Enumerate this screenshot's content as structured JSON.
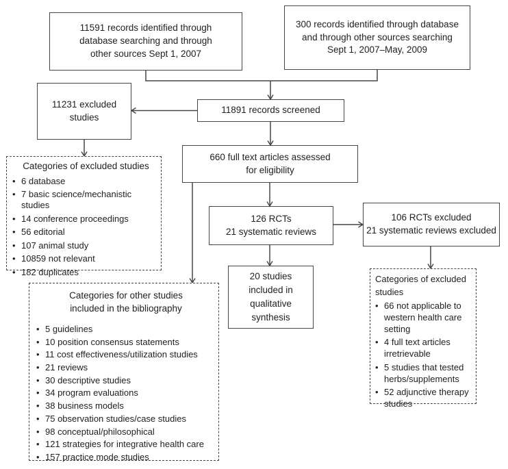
{
  "figure": {
    "background": "#ffffff",
    "line_color": "#454545",
    "text_color": "#212121",
    "bullet": "•"
  },
  "boxes": {
    "records_2007": {
      "lines": [
        "11591 records identified through",
        "database searching and through",
        "other sources Sept 1, 2007"
      ]
    },
    "records_2009": {
      "lines": [
        "300 records identified through database",
        "and through other sources searching",
        "Sept 1, 2007–May, 2009"
      ]
    },
    "excluded_studies": {
      "lines": [
        "11231 excluded",
        "studies"
      ]
    },
    "records_screened": {
      "lines": [
        "11891 records screened"
      ]
    },
    "full_text": {
      "lines": [
        "660 full text articles assessed",
        "for eligibility"
      ]
    },
    "rcts": {
      "lines": [
        "126 RCTs",
        "21 systematic reviews"
      ]
    },
    "rcts_excluded": {
      "lines": [
        "106 RCTs excluded",
        "21 systematic reviews excluded"
      ]
    },
    "synthesis": {
      "lines": [
        "20 studies",
        "included in",
        "qualitative",
        "synthesis"
      ]
    }
  },
  "lists": {
    "excluded_categories": {
      "title": "Categories of excluded studies",
      "items": [
        "6 database",
        "7 basic science/mechanistic studies",
        "14 conference proceedings",
        "56 editorial",
        "107 animal study",
        "10859 not relevant",
        "182 duplicates"
      ]
    },
    "bibliography": {
      "title_line1": "Categories for other studies",
      "title_line2": "included in the bibliography",
      "items": [
        "5 guidelines",
        "10 position consensus statements",
        "11 cost effectiveness/utilization studies",
        "21 reviews",
        "30 descriptive studies",
        "34 program evaluations",
        "38 business models",
        "75 observation studies/case studies",
        "98 conceptual/philosophical",
        "121 strategies for integrative health care",
        "157 practice mode studies"
      ]
    },
    "rct_excluded_categories": {
      "title_line1": "Categories of excluded",
      "title_line2": "studies",
      "items": [
        "66 not applicable to western health care setting",
        "4 full text articles irretrievable",
        "5 studies that tested herbs/supplements",
        "52 adjunctive therapy studies"
      ]
    }
  }
}
